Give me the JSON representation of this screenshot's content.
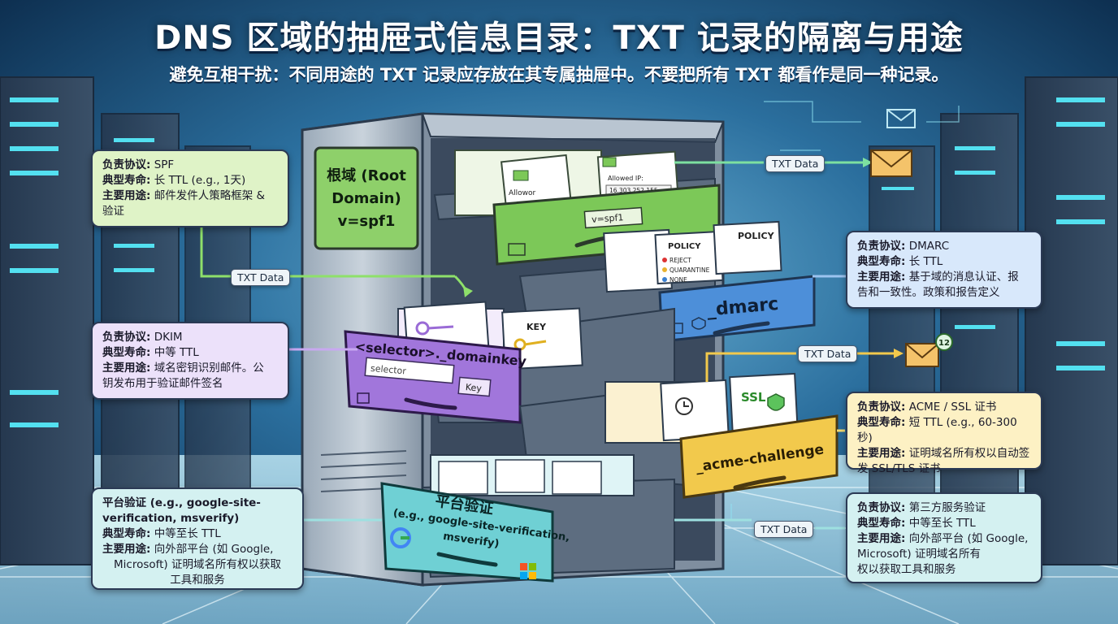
{
  "title": "DNS 区域的抽屉式信息目录：TXT 记录的隔离与用途",
  "subtitle": "避免互相干扰：不同用途的 TXT 记录应存放在其专属抽屉中。不要把所有 TXT 都看作是同一种记录。",
  "flow_label": "TXT Data",
  "cabinet_label": {
    "line1": "根域 (Root",
    "line2": "Domain)",
    "line3": "v=spf1"
  },
  "drawers": {
    "spf": {
      "tag": "v=spf1",
      "doc1": "Allowor",
      "doc2a": "Allowed IP:",
      "doc2b": "16.303.252.155"
    },
    "dmarc": {
      "label": "_dmarc",
      "doc1_title": "POLICY",
      "doc1_opts": [
        "REJECT",
        "QUARANTINE",
        "NONE"
      ],
      "doc2_title": "POLICY"
    },
    "dkim": {
      "label": "<selector>._domainkey",
      "field": "selector",
      "button": "Key",
      "doc": "KEY"
    },
    "acme": {
      "label": "_acme-challenge",
      "doc": "SSL"
    },
    "platform": {
      "line1": "平台验证",
      "line2": "(e.g., google-site-verification,",
      "line3": "msverify)"
    }
  },
  "cards": {
    "spf": {
      "protocol_k": "负责协议:",
      "protocol_v": "SPF",
      "ttl_k": "典型寿命:",
      "ttl_v": "长 TTL (e.g., 1天)",
      "use_k": "主要用途:",
      "use_v": "邮件发件人策略框架 &",
      "use_v2": "验证"
    },
    "dmarc": {
      "protocol_k": "负责协议:",
      "protocol_v": "DMARC",
      "ttl_k": "典型寿命:",
      "ttl_v": "长 TTL",
      "use_k": "主要用途:",
      "use_v": "基于域的消息认证、报",
      "use_v2": "告和一致性。政策和报告定义"
    },
    "dkim": {
      "protocol_k": "负责协议:",
      "protocol_v": "DKIM",
      "ttl_k": "典型寿命:",
      "ttl_v": "中等 TTL",
      "use_k": "主要用途:",
      "use_v": "域名密钥识别邮件。公",
      "use_v2": "钥发布用于验证邮件签名"
    },
    "acme": {
      "protocol_k": "负责协议:",
      "protocol_v": "ACME / SSL 证书",
      "ttl_k": "典型寿命:",
      "ttl_v": "短 TTL (e.g., 60-300秒)",
      "use_k": "主要用途:",
      "use_v": "证明域名所有权以自动签",
      "use_v2": "发 SSL/TLS 证书"
    },
    "thirdparty": {
      "protocol_k": "负责协议:",
      "protocol_v": "第三方服务验证",
      "ttl_k": "典型寿命:",
      "ttl_v": "中等至长 TTL",
      "use_k": "主要用途:",
      "use_v": "向外部平台 (如 Google,",
      "use_v2": "Microsoft) 证明域名所有",
      "use_v3": "权以获取工具和服务"
    },
    "platform": {
      "line1": "平台验证 (e.g., google-site-",
      "line2": "verification, msverify)",
      "ttl_k": "典型寿命:",
      "ttl_v": "中等至长 TTL",
      "use_k": "主要用途:",
      "use_v": "向外部平台 (如 Google,",
      "use_v2": "Microsoft) 证明域名所有权以获取",
      "use_v3": "工具和服务"
    }
  },
  "badge": "12",
  "colors": {
    "green": "#7cc858",
    "blue": "#4d8fd9",
    "purple": "#9a6bd6",
    "yellow": "#f2c94c",
    "teal": "#4fc3c8",
    "bg": "#0c2f52"
  }
}
